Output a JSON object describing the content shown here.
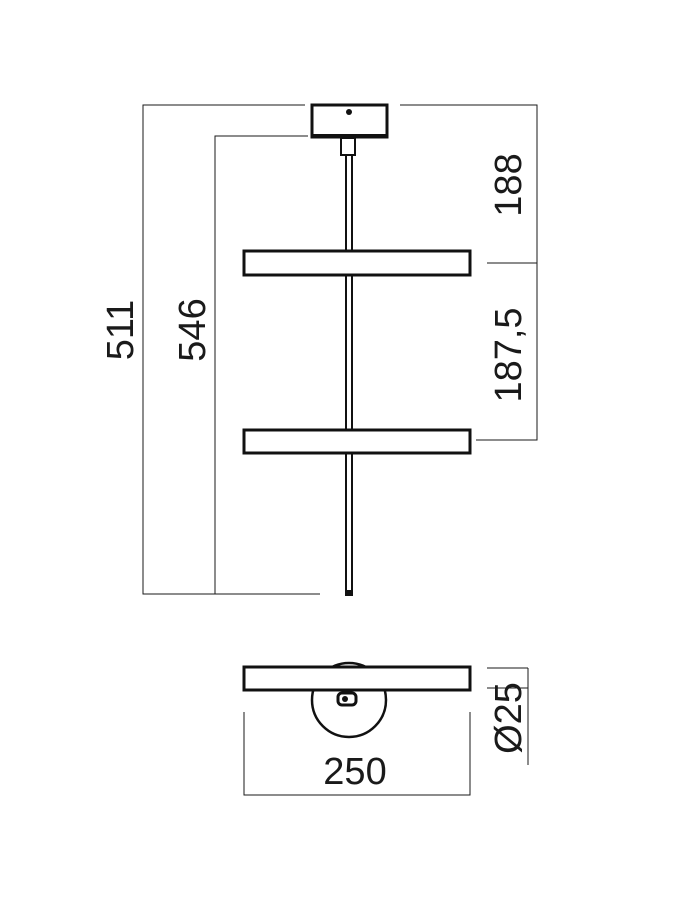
{
  "drawing": {
    "dimensions": {
      "total_height": "511",
      "overall_length": "546",
      "canopy_to_first_panel": "188",
      "panel_spacing": "187,5",
      "panel_width": "250",
      "rod_diameter": "Ø25"
    }
  }
}
